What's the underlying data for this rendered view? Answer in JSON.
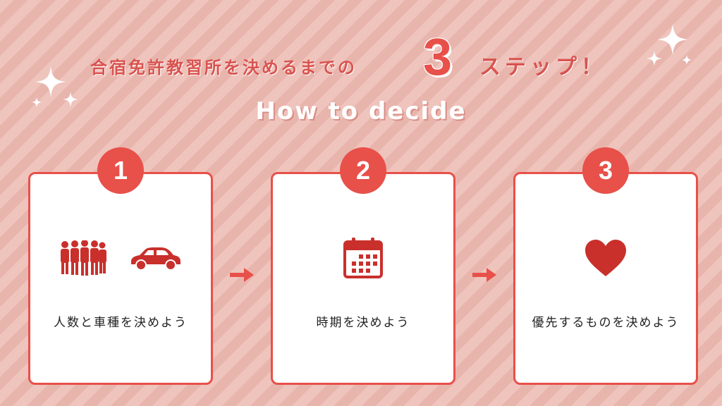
{
  "header": {
    "title_left": "合宿免許教習所を決めるまでの",
    "title_number": "3",
    "title_right": "ステップ！",
    "subtitle": "How to decide"
  },
  "colors": {
    "accent": "#e8504a",
    "icon_red": "#c9302c",
    "background": "#ecbcb4"
  },
  "steps": [
    {
      "number": "1",
      "label": "人数と車種を決めよう",
      "icons": [
        "people-group-icon",
        "car-icon"
      ]
    },
    {
      "number": "2",
      "label": "時期を決めよう",
      "icons": [
        "calendar-icon"
      ]
    },
    {
      "number": "3",
      "label": "優先するものを決めよう",
      "icons": [
        "heart-icon"
      ]
    }
  ]
}
